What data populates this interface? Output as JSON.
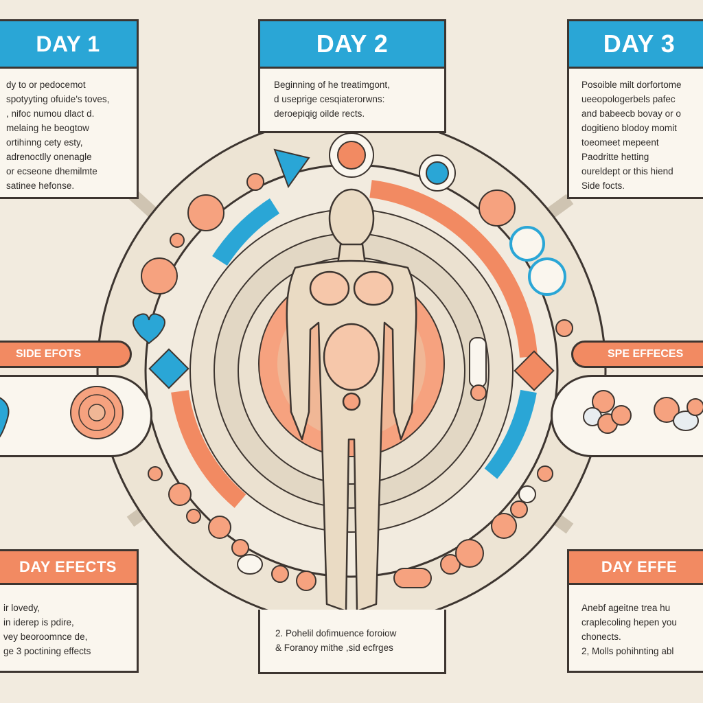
{
  "day1": {
    "title": "DAY 1",
    "text": "dy to or pedocemot\nspotyyting ofuide's toves,\n, nifoc numou dlact d.\nmelaing he beogtow\nortihinng cety esty,\nadrenoctlly onenagle\n or ecseone dhemilmte\nsatinee hefonse."
  },
  "day2": {
    "title": "DAY 2",
    "text": "Beginning of he treatimgont,\nd useprige cesqiaterorwns:\nderoepiqig oilde rects."
  },
  "day3": {
    "title": "DAY 3",
    "text": "Posoible milt dorfortome\nueeopologerbels pafec\nand babeecb bovay or o\ndogitieno blodoy momit\ntoeomeet mepeent\nPaodritte hetting\noureldept or this hiend\nSide focts."
  },
  "side_left": {
    "label": "SIDE EFOTS"
  },
  "side_right": {
    "label": "SPE EFFECES"
  },
  "bottom_left": {
    "title": "DAY EFECTS",
    "text": "ir lovedy,\nin iderep is pdire,\nvey beoroomnce de,\nge 3 poctining effects"
  },
  "bottom_center": {
    "text": "2. Pohelil dofimuence foroiow\n& Foranoy mithe ,sid ecfrges"
  },
  "bottom_right": {
    "title": "DAY EFFE",
    "text": "Anebf ageitne trea hu\ncraplecoling hepen you\nchonects.\n2, Molls pohihnting abl"
  },
  "colors": {
    "blue": "#2aa6d6",
    "orange": "#f28a62",
    "cream": "#faf6ee",
    "outline": "#3d3530",
    "ring": "#ddd3c2",
    "skin": "#eadbc4"
  }
}
